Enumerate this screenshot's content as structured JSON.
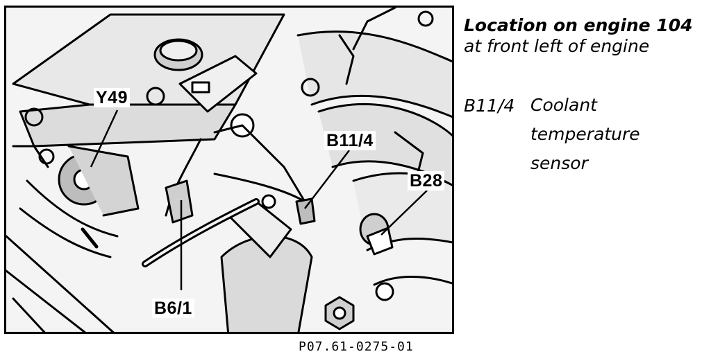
{
  "figure": {
    "callouts": {
      "y49": "Y49",
      "b11_4": "B11/4",
      "b28": "B28",
      "b6_1": "B6/1"
    },
    "caption": "P07.61-0275-01"
  },
  "side_panel": {
    "title_line1": "Location on engine 104",
    "title_line2": "at front left of engine",
    "legend_code": "B11/4",
    "legend_desc_line1": "Coolant",
    "legend_desc_line2": "temperature",
    "legend_desc_line3": "sensor"
  }
}
